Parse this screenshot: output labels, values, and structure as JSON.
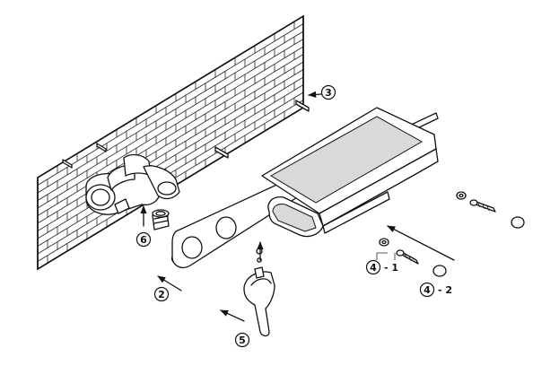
{
  "callouts": [
    {
      "id": "c1",
      "number": "2",
      "suffix": ""
    },
    {
      "id": "c2",
      "number": "3",
      "suffix": ""
    },
    {
      "id": "c3",
      "number": "4",
      "suffix": "- 1"
    },
    {
      "id": "c4",
      "number": "4",
      "suffix": "- 2"
    },
    {
      "id": "c5",
      "number": "5",
      "suffix": ""
    },
    {
      "id": "c6",
      "number": "6",
      "suffix": ""
    }
  ]
}
